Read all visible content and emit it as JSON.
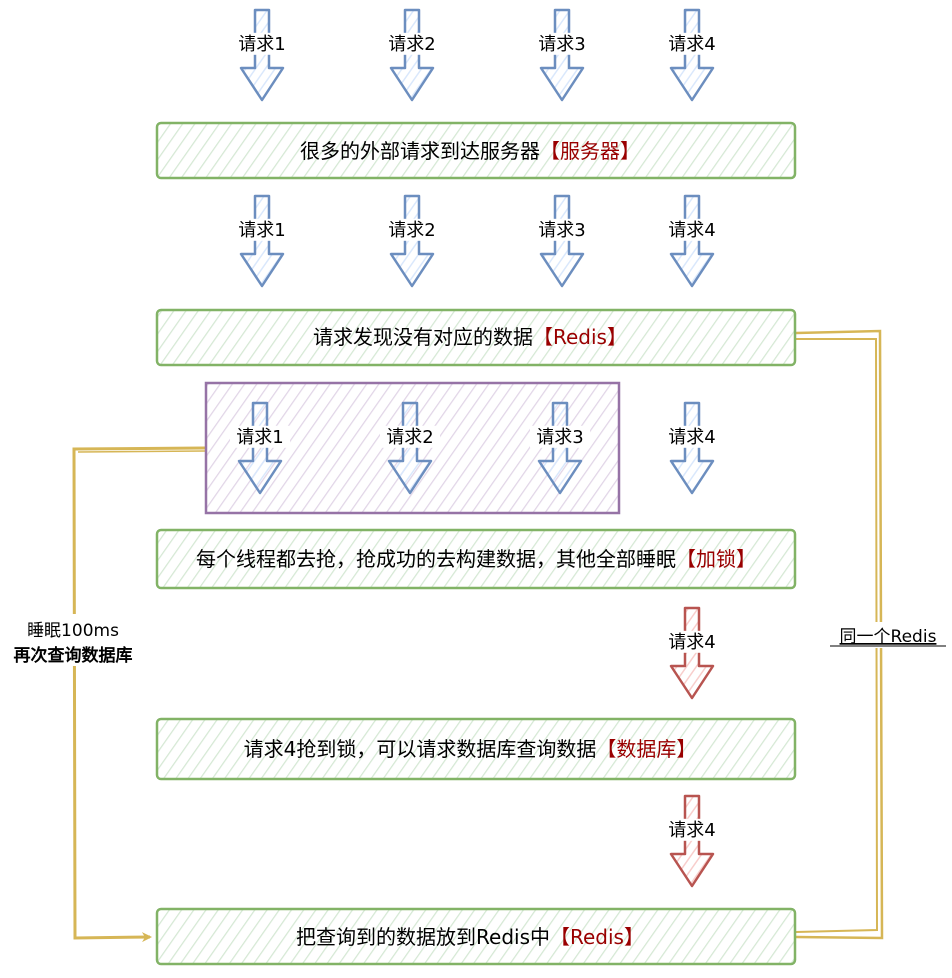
{
  "colors": {
    "green_stroke": "#82b366",
    "green_fill": "#d5e8d4",
    "purple_stroke": "#9673a6",
    "purple_fill": "#e1d5e7",
    "blue_stroke": "#6c8ebf",
    "blue_fill": "#dae8fc",
    "red_stroke": "#b85450",
    "red_fill": "#f8cecc",
    "gold_stroke": "#d6b656",
    "accent_text": "#990000"
  },
  "row1": {
    "requests": [
      "请求1",
      "请求2",
      "请求3",
      "请求4"
    ]
  },
  "box1": {
    "text": "很多的外部请求到达服务器",
    "tag": "【服务器】"
  },
  "row2": {
    "requests": [
      "请求1",
      "请求2",
      "请求3",
      "请求4"
    ]
  },
  "box2": {
    "text": "请求发现没有对应的数据",
    "tag": "【Redis】"
  },
  "row3": {
    "requests": [
      "请求1",
      "请求2",
      "请求3",
      "请求4"
    ]
  },
  "box3": {
    "text": "每个线程都去抢，抢成功的去构建数据，其他全部睡眠",
    "tag": "【加锁】"
  },
  "row4": {
    "request": "请求4"
  },
  "box4": {
    "text": "请求4抢到锁，可以请求数据库查询数据",
    "tag": "【数据库】"
  },
  "row5": {
    "request": "请求4"
  },
  "box5": {
    "text": "把查询到的数据放到Redis中",
    "tag": "【Redis】"
  },
  "left_loop": {
    "line1": "睡眠100ms",
    "line2": "再次查询数据库"
  },
  "right_link": {
    "label": "同一个Redis"
  }
}
